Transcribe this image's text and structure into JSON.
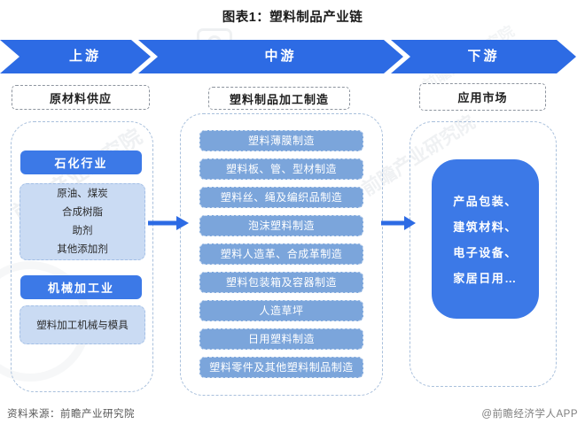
{
  "title": "图表1：塑料制品产业链",
  "banner": {
    "segments": [
      {
        "label": "上游"
      },
      {
        "label": "中游"
      },
      {
        "label": "下游"
      }
    ]
  },
  "columns": {
    "upstream": {
      "header": "原材料供应",
      "petro_title": "石化行业",
      "petro_lines": [
        "原油、煤炭",
        "合成树脂",
        "助剂",
        "其他添加剂"
      ],
      "machinery_title": "机械加工业",
      "machinery_item": "塑料加工机械与模具"
    },
    "midstream": {
      "header": "塑料制品加工制造",
      "items": [
        "塑料薄膜制造",
        "塑料板、管、型材制造",
        "塑料丝、绳及编织品制造",
        "泡沫塑料制造",
        "塑料人造革、合成革制造",
        "塑料包装箱及容器制造",
        "人造草坪",
        "日用塑料制造",
        "塑料零件及其他塑料制品制造"
      ]
    },
    "downstream": {
      "header": "应用市场",
      "lines": [
        "产品包装、",
        "建筑材料、",
        "电子设备、",
        "家居日用…"
      ]
    }
  },
  "footer": {
    "source": "资料来源：前瞻产业研究院",
    "credit": "@前瞻经济学人APP"
  },
  "watermark": {
    "text": "前瞻产业研究院"
  },
  "colors": {
    "primary": "#2d6be4",
    "button_blue": "#3c79e7",
    "mid_item_blue": "#7ba5db",
    "light_blue_fill": "#cadbf3",
    "container_dash": "#a9c0dc"
  }
}
